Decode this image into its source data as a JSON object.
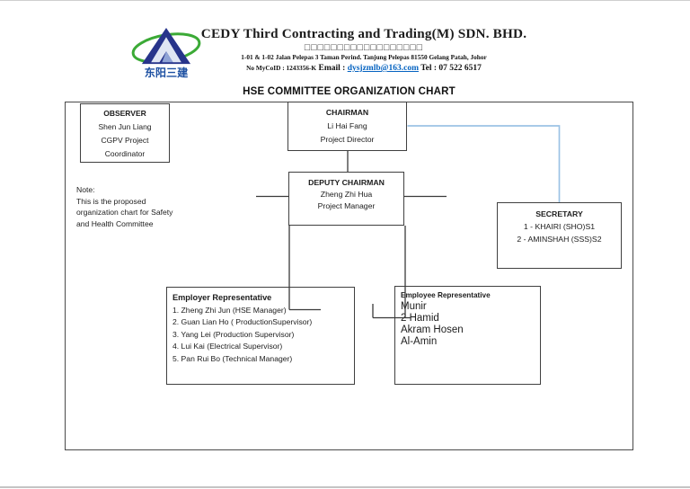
{
  "header": {
    "logo_text": "东阳三建",
    "company_name": "CEDY Third Contracting and Trading(M) SDN. BHD.",
    "company_name_cn": "□□□□□□□□□□□□□□□□□□",
    "address": "1-01 & 1-02 Jalan Pelepas 3 Taman Perind. Tanjung Pelepas 81550 Gelang Patah, Johor",
    "reg_no": "No MyCoID : 1243356-K",
    "email_label": "Email : ",
    "email": "dysjzmlb@163.com",
    "tel": " Tel : 07 522 6517"
  },
  "chart": {
    "title": "HSE COMMITTEE ORGANIZATION CHART",
    "nodes": {
      "observer": {
        "title": "OBSERVER",
        "lines": [
          "Shen Jun Liang",
          "CGPV Project",
          "Coordinator"
        ]
      },
      "chairman": {
        "title": "CHAIRMAN",
        "lines": [
          "Li Hai Fang",
          "Project Director"
        ]
      },
      "deputy_chairman": {
        "title": "DEPUTY CHAIRMAN",
        "lines": [
          "Zheng Zhi Hua",
          "Project Manager"
        ]
      },
      "secretary": {
        "title": "SECRETARY",
        "lines": [
          "1 - KHAIRI (SHO)S1",
          "2 - AMINSHAH (SSS)S2"
        ]
      },
      "employer_rep": {
        "title": "Employer Representative",
        "lines": [
          "1. Zheng Zhi Jun (HSE Manager)",
          "2. Guan Lian Ho ( ProductionSupervisor)",
          "3. Yang Lei (Production Supervisor)",
          "4. Lui Kai (Electrical Supervisor)",
          "5. Pan Rui Bo (Technical Manager)"
        ]
      },
      "employee_rep": {
        "title": "Employee Representative",
        "lines": [
          "Munir",
          "2 Hamid",
          "Akram Hosen",
          "Al-Amin"
        ]
      }
    },
    "note": {
      "label": "Note:",
      "lines": [
        "This is the proposed",
        "organization chart for Safety",
        "and Health Committee"
      ]
    }
  },
  "colors": {
    "connector": "#3a3a3a",
    "connector_blue": "#9CC2E5",
    "link_blue": "#0563C1",
    "logo_green": "#3BAA36",
    "logo_blue": "#27348B",
    "logo_text_blue": "#1D50A2"
  }
}
